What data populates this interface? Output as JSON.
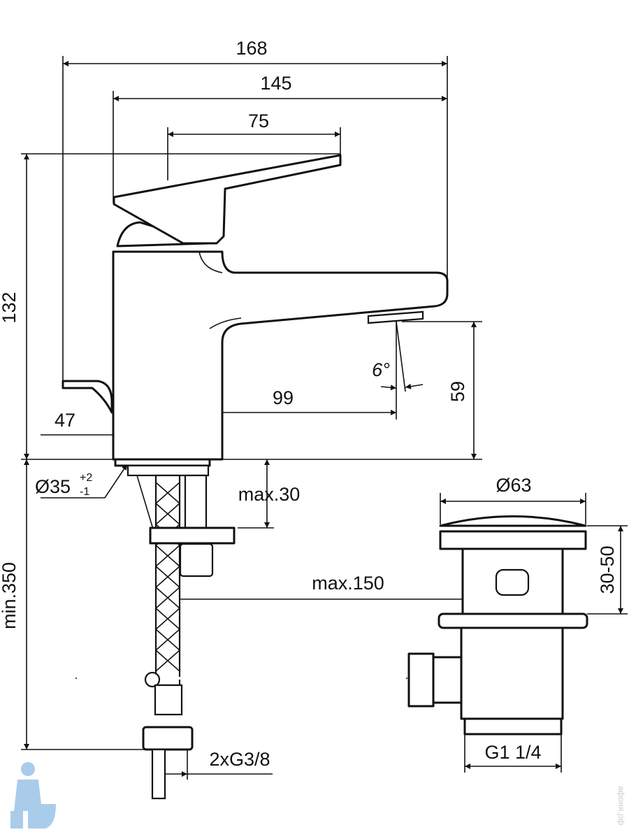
{
  "drawing": {
    "dimensions": {
      "overall_length": "168",
      "body_to_spout": "145",
      "lever_length": "75",
      "height": "132",
      "spout_height": "59",
      "spout_reach": "99",
      "body_width": "47",
      "spout_angle": "6°",
      "hole_diameter": "Ø35",
      "hole_tol_plus": "+2",
      "hole_tol_minus": "-1",
      "max_thickness": "max.30",
      "drain_diameter": "Ø63",
      "drain_height": "30-50",
      "max_distance": "max.150",
      "min_hose": "min.350",
      "drain_thread": "G1 1/4",
      "connections": "2xG3/8"
    },
    "watermark": "афоня.рф",
    "colors": {
      "line": "#111111",
      "logo": "#9cc4e8"
    }
  }
}
